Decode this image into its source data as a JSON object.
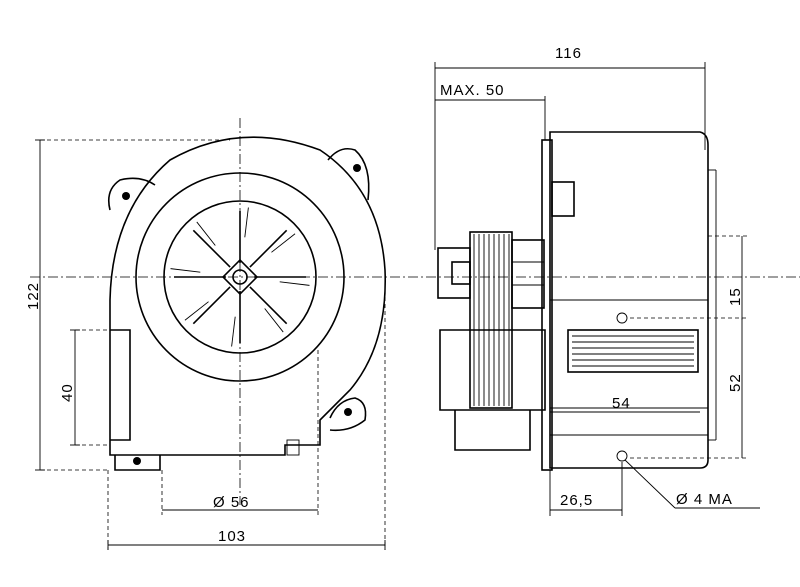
{
  "dimensions": {
    "overall_length": "116",
    "max_depth": "MAX. 50",
    "height": "122",
    "width": "103",
    "outlet_height": "40",
    "inlet_diameter": "Ø 56",
    "offset_15": "15",
    "mount_52": "52",
    "motor_54": "54",
    "offset_26_5": "26,5",
    "thread": "Ø 4 MA"
  }
}
